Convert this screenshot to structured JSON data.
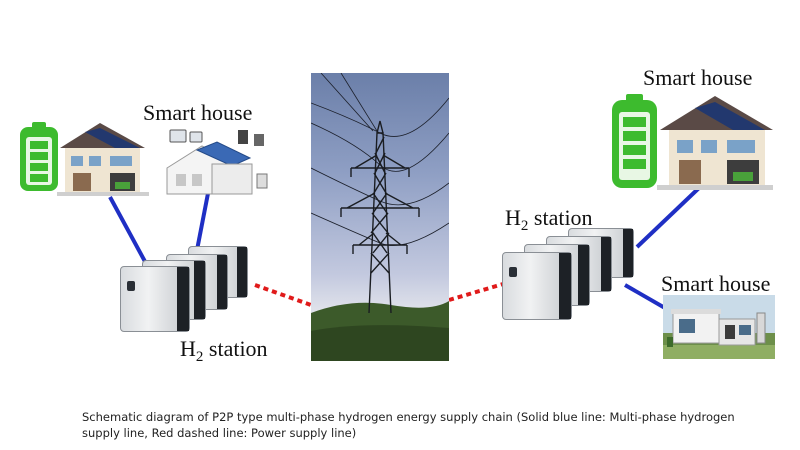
{
  "diagram": {
    "left": {
      "house_label": "Smart house",
      "station_label_main": "H",
      "station_label_sub": "2",
      "station_label_rest": " station"
    },
    "right": {
      "house_top_label": "Smart house",
      "house_bottom_label": "Smart house",
      "station_label_main": "H",
      "station_label_sub": "2",
      "station_label_rest": " station"
    },
    "caption": "Schematic diagram of P2P type multi-phase hydrogen energy supply chain (Solid blue line: Multi-phase hydrogen supply line, Red dashed line: Power supply line)"
  },
  "colors": {
    "hydrogen_line": "#1f2fc4",
    "power_line": "#e01a1a",
    "battery": "#3dbb2e"
  },
  "icons": [
    "battery-icon",
    "house-solar-icon",
    "power-tower-photo",
    "hydrogen-station-unit"
  ]
}
